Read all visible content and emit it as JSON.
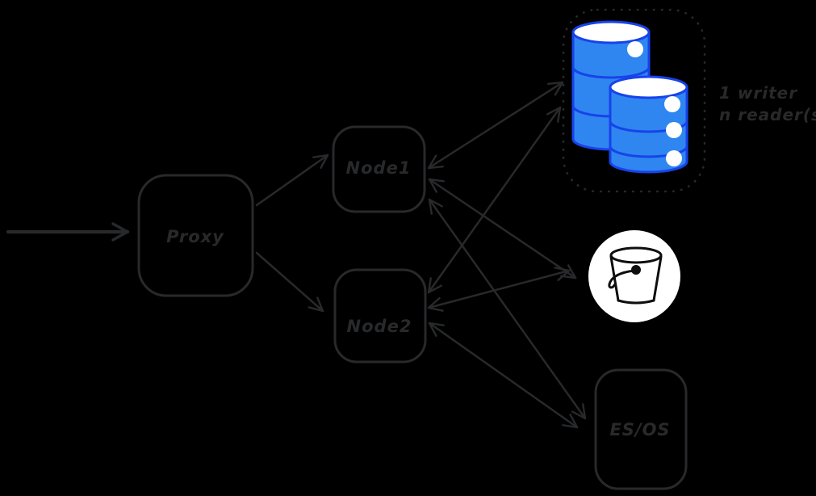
{
  "diagram_type": "architecture-diagram",
  "nodes": {
    "proxy": {
      "label": "Proxy"
    },
    "node1": {
      "label": "Node1"
    },
    "node2": {
      "label": "Node2"
    },
    "esos": {
      "label": "ES/OS"
    },
    "db_cluster": {
      "icon": "database-cylinders",
      "cylinder_count": 2,
      "annotation": [
        "1 writer",
        "n reader(s)"
      ]
    },
    "bucket": {
      "icon": "bucket"
    }
  },
  "edges": [
    {
      "from": "external",
      "to": "proxy",
      "bidirectional": false
    },
    {
      "from": "proxy",
      "to": "node1",
      "bidirectional": false
    },
    {
      "from": "proxy",
      "to": "node2",
      "bidirectional": false
    },
    {
      "from": "node1",
      "to": "db_cluster",
      "bidirectional": true
    },
    {
      "from": "node1",
      "to": "bucket",
      "bidirectional": true
    },
    {
      "from": "node1",
      "to": "esos",
      "bidirectional": true
    },
    {
      "from": "node2",
      "to": "db_cluster",
      "bidirectional": true
    },
    {
      "from": "node2",
      "to": "bucket",
      "bidirectional": true
    },
    {
      "from": "node2",
      "to": "esos",
      "bidirectional": true
    }
  ],
  "colors": {
    "background": "#000000",
    "stroke": "#28292b",
    "db_fill": "#2f86f0",
    "db_stroke": "#1743ea",
    "db_detail": "#ffffff",
    "bucket_bg": "#ffffff",
    "bucket_stroke": "#0e0e0e"
  }
}
